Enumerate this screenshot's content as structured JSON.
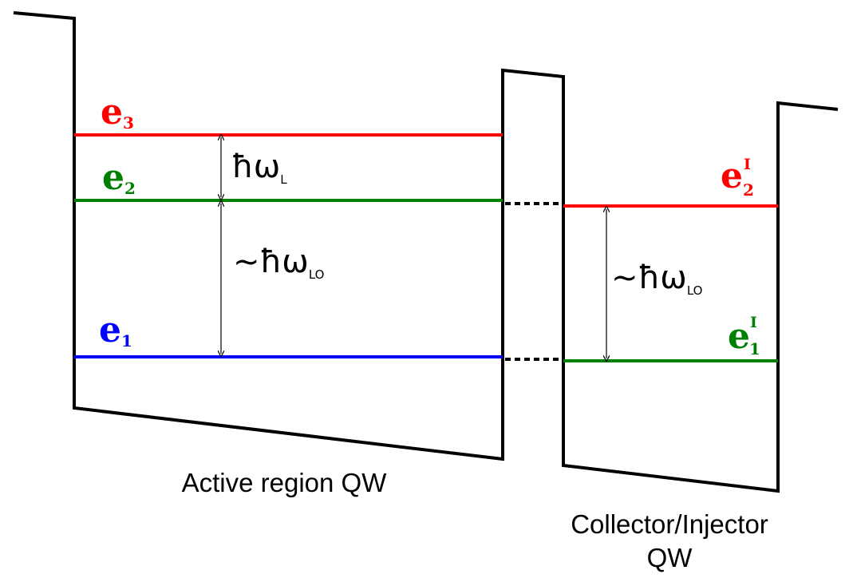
{
  "colors": {
    "profile": "#000000",
    "red": "#ff0000",
    "green": "#008000",
    "blue": "#0000ff"
  },
  "levels": {
    "e3": {
      "base": "e",
      "sub": "3"
    },
    "e2": {
      "base": "e",
      "sub": "2"
    },
    "e1": {
      "base": "e",
      "sub": "1"
    },
    "e2I": {
      "base": "e",
      "sup": "I",
      "sub": "2"
    },
    "e1I": {
      "base": "e",
      "sup": "I",
      "sub": "1"
    }
  },
  "energies": {
    "photon": {
      "symbol": "ħω",
      "sub": "L"
    },
    "phonon_active": {
      "prefix": "~",
      "symbol": "ħω",
      "sub": "LO"
    },
    "phonon_collector": {
      "prefix": "~",
      "symbol": "ħω",
      "sub": "LO"
    }
  },
  "captions": {
    "active": "Active region QW",
    "collector_line1": "Collector/Injector",
    "collector_line2": "QW"
  }
}
